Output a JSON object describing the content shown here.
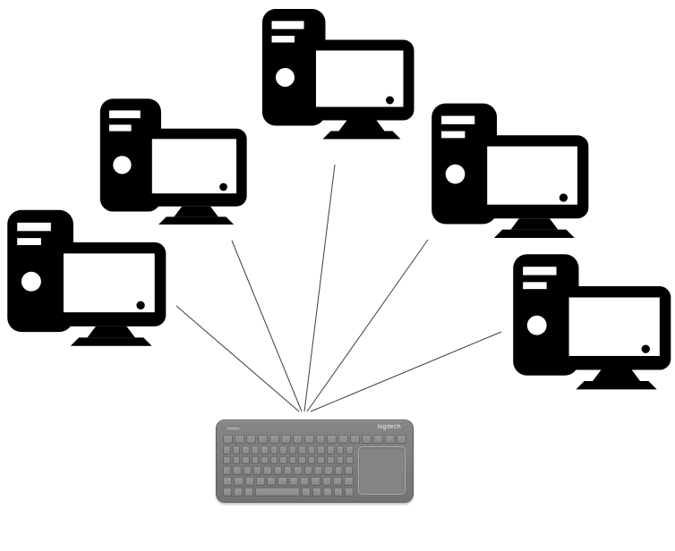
{
  "diagram": {
    "nodes": [
      {
        "id": "computer-left",
        "icon": "desktop-computer-icon"
      },
      {
        "id": "computer-upper-left",
        "icon": "desktop-computer-icon"
      },
      {
        "id": "computer-top",
        "icon": "desktop-computer-icon"
      },
      {
        "id": "computer-upper-right",
        "icon": "desktop-computer-icon"
      },
      {
        "id": "computer-right",
        "icon": "desktop-computer-icon"
      }
    ],
    "hub": {
      "id": "keyboard",
      "icon": "wireless-keyboard-with-touchpad-icon"
    },
    "connections": [
      {
        "from": "computer-left",
        "to": "keyboard"
      },
      {
        "from": "computer-upper-left",
        "to": "keyboard"
      },
      {
        "from": "computer-top",
        "to": "keyboard"
      },
      {
        "from": "computer-upper-right",
        "to": "keyboard"
      },
      {
        "from": "computer-right",
        "to": "keyboard"
      }
    ],
    "colors": {
      "computer_icon": "#000000",
      "connection_line": "#3f3f3f",
      "keyboard_body": "#7c7c7c",
      "keyboard_keys": "#8f8f8f",
      "background": "#ffffff"
    }
  },
  "keyboard": {
    "brand_label": "logitech",
    "key_rows": [
      {
        "count": 16,
        "span": "full"
      },
      {
        "count": 14,
        "span": "main"
      },
      {
        "count": 14,
        "span": "main"
      },
      {
        "count": 13,
        "span": "main"
      },
      {
        "count": 12,
        "span": "main"
      },
      {
        "count": 9,
        "span": "main",
        "space_index": 3,
        "space_units": 5
      }
    ]
  }
}
